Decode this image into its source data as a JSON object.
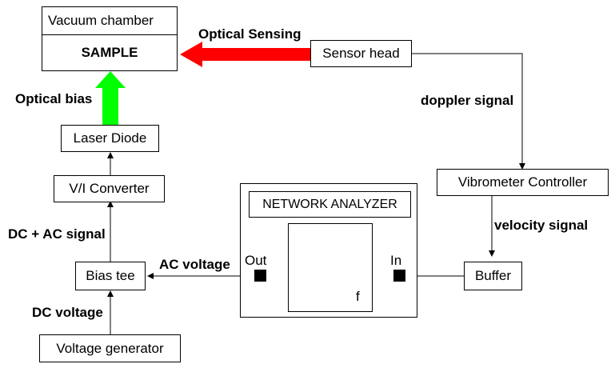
{
  "blocks": {
    "vacuum_chamber": "Vacuum chamber",
    "sample": "SAMPLE",
    "sensor_head": "Sensor head",
    "laser_diode": "Laser Diode",
    "vi_converter": "V/I Converter",
    "bias_tee": "Bias tee",
    "voltage_generator": "Voltage generator",
    "network_analyzer": "NETWORK ANALYZER",
    "vibrometer_controller": "Vibrometer Controller",
    "buffer": "Buffer"
  },
  "ports": {
    "out": "Out",
    "in": "In"
  },
  "plot": {
    "axis_label": "f"
  },
  "signals": {
    "optical_sensing": "Optical Sensing",
    "optical_bias": "Optical bias",
    "doppler_signal": "doppler signal",
    "velocity_signal": "velocity signal",
    "dc_ac_signal": "DC + AC signal",
    "ac_voltage": "AC voltage",
    "dc_voltage": "DC voltage"
  },
  "colors": {
    "optical_sensing_arrow": "#ff0000",
    "optical_bias_arrow": "#00ff00"
  }
}
